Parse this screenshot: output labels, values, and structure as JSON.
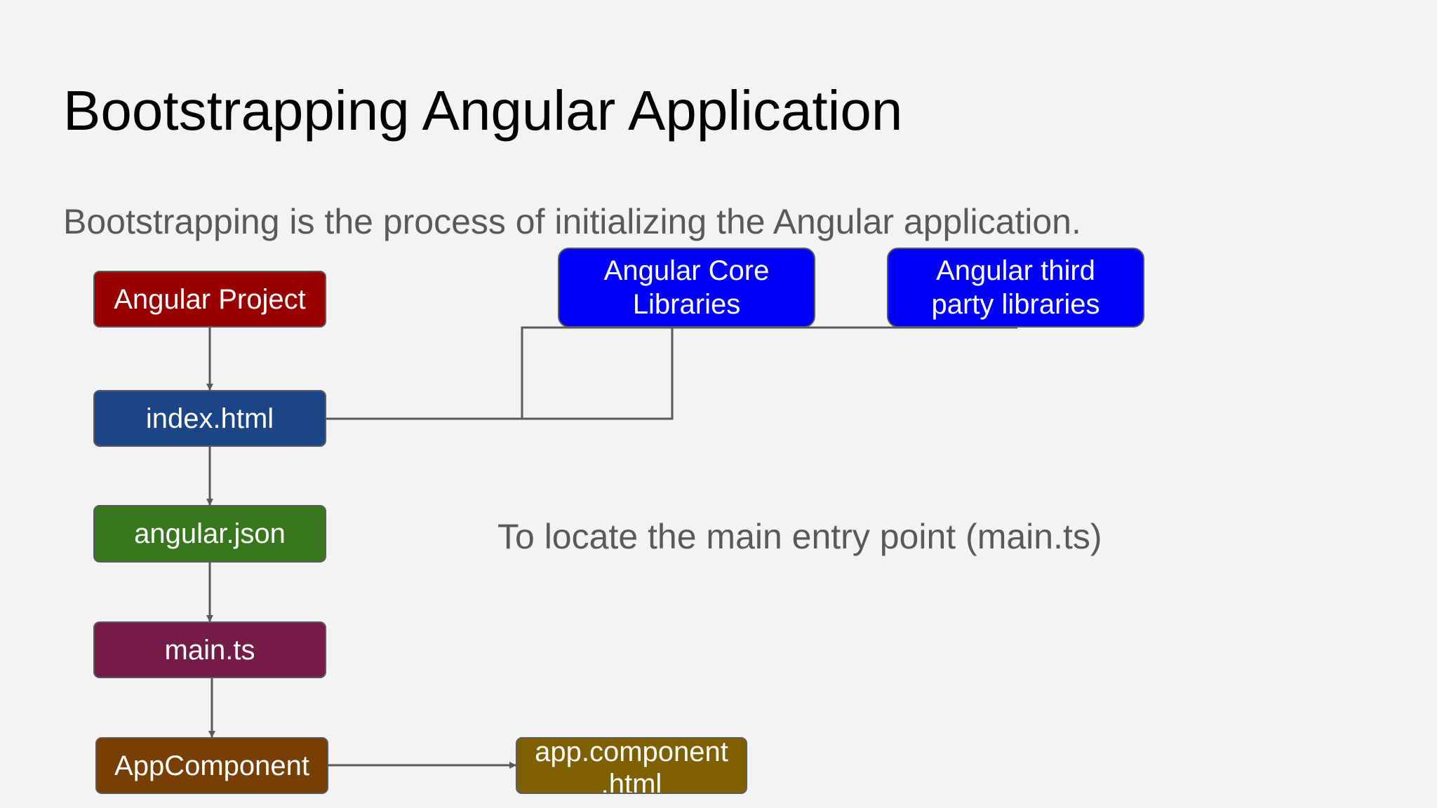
{
  "slide": {
    "title": "Bootstrapping Angular Application",
    "subtitle": "Bootstrapping is the process of initializing the Angular application.",
    "note": "To locate the main entry point (main.ts)"
  },
  "nodes": {
    "angular_project": {
      "label": "Angular Project",
      "color": "#990000"
    },
    "index_html": {
      "label": "index.html",
      "color": "#1c4587"
    },
    "angular_json": {
      "label": "angular.json",
      "color": "#38761d"
    },
    "main_ts": {
      "label": "main.ts",
      "color": "#741b47"
    },
    "app_component": {
      "label": "AppComponent",
      "color": "#783f04"
    },
    "app_component_html": {
      "label_line1": "app.component",
      "label_line2": ".html",
      "color": "#7f6000"
    },
    "angular_core": {
      "label_line1": "Angular Core",
      "label_line2": "Libraries",
      "color": "#0000ff"
    },
    "angular_third_party": {
      "label_line1": "Angular third",
      "label_line2": "party libraries",
      "color": "#0000ff"
    }
  },
  "colors": {
    "background": "#f3f3f3",
    "connector": "#595959"
  }
}
